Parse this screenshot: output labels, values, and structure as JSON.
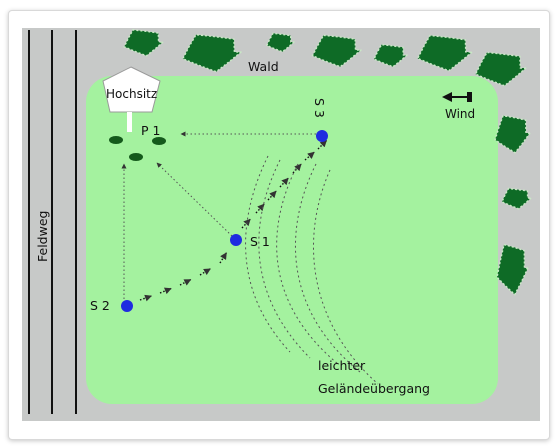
{
  "labels": {
    "wald": "Wald",
    "wind": "Wind",
    "hochsitz": "Hochsitz",
    "feldweg": "Feldweg",
    "p1": "P 1",
    "s1": "S 1",
    "s2": "S 2",
    "s3": "S 3",
    "transition_line1": "leichter",
    "transition_line2": "Geländeübergang"
  },
  "colors": {
    "field": "#a4f29f",
    "border_area": "#c7c9c8",
    "tree": "#0e6b26",
    "point": "#1f2be0",
    "game_marker": "#155a1c",
    "line": "#111111"
  },
  "icons": [
    "tree-icon",
    "wind-arrow-icon",
    "hochsitz-icon"
  ]
}
